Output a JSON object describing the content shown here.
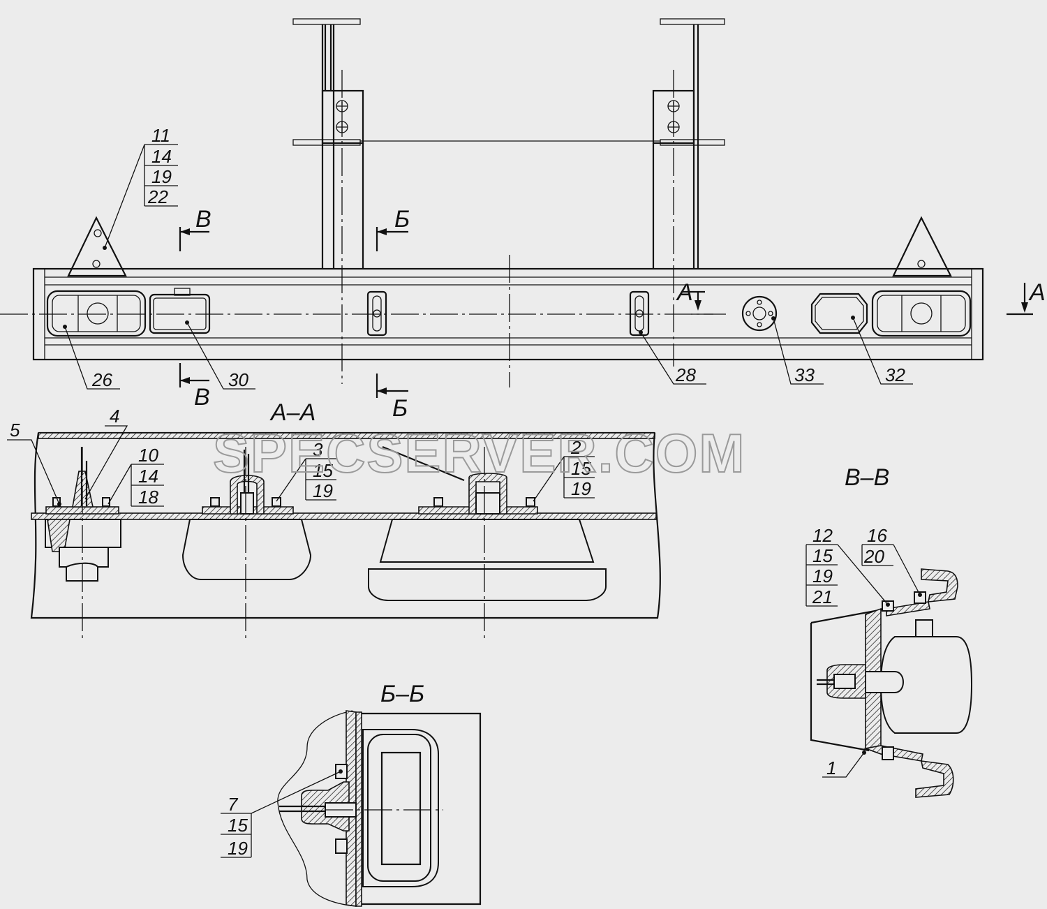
{
  "watermark": "SPECSERVER.COM",
  "sections": {
    "a": "А–А",
    "b": "Б–Б",
    "v": "В–В"
  },
  "cut_marks": {
    "a": "А",
    "b": "Б",
    "v": "В"
  },
  "callouts": {
    "triangle_reflector": [
      "11",
      "14",
      "19",
      "22"
    ],
    "lamp_left": "26",
    "lamp_30": "30",
    "lamp_28": "28",
    "socket_33": "33",
    "lamp_32": "32",
    "aa_5": "5",
    "aa_4": "4",
    "aa_10": [
      "10",
      "14",
      "18"
    ],
    "aa_3": [
      "3",
      "15",
      "19"
    ],
    "aa_2": [
      "2",
      "15",
      "19"
    ],
    "vv_12": [
      "12",
      "15",
      "19",
      "21"
    ],
    "vv_16": [
      "16",
      "20"
    ],
    "vv_1": "1",
    "bb_7": [
      "7",
      "15",
      "19"
    ]
  }
}
